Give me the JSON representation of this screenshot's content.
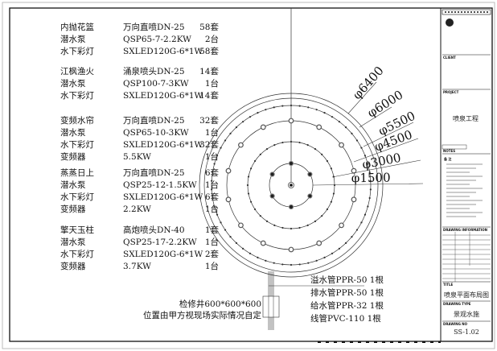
{
  "equipment_groups": [
    {
      "rows": [
        [
          "内抛花篮",
          "万向直喷DN-25",
          "58套"
        ],
        [
          "潜水泵",
          "QSP65-7-2.2KW",
          "2台"
        ],
        [
          "水下彩灯",
          "SXLED120G-6*1W",
          "58套"
        ]
      ]
    },
    {
      "rows": [
        [
          "江枫渔火",
          "涌泉喷头DN-25",
          "14套"
        ],
        [
          "潜水泵",
          "QSP100-7-3KW",
          "1台"
        ],
        [
          "水下彩灯",
          "SXLED120G-6*1W",
          "14套"
        ]
      ]
    },
    {
      "rows": [
        [
          "变频水帘",
          "万向直喷DN-25",
          "32套"
        ],
        [
          "潜水泵",
          "QSP65-10-3KW",
          "1台"
        ],
        [
          "水下彩灯",
          "SXLED120G-6*1W",
          "32套"
        ],
        [
          "变频器",
          "5.5KW",
          "1台"
        ]
      ]
    },
    {
      "rows": [
        [
          "蒸蒸日上",
          "万向直喷DN-25",
          "6套"
        ],
        [
          "潜水泵",
          "QSP25-12-1.5KW",
          "1台"
        ],
        [
          "水下彩灯",
          "SXLED120G-6*1W",
          "6套"
        ],
        [
          "变频器",
          "2.2KW",
          "1台"
        ]
      ]
    },
    {
      "rows": [
        [
          "擎天玉柱",
          "高炮喷头DN-40",
          "1套"
        ],
        [
          "潜水泵",
          "QSP25-17-2.2KW",
          "1台"
        ],
        [
          "水下彩灯",
          "SXLED120G-6*1W",
          "2套"
        ],
        [
          "变频器",
          "3.7KW",
          "1台"
        ]
      ]
    }
  ],
  "diameters": [
    "φ6400",
    "φ6000",
    "φ5500",
    "φ4500",
    "φ3000",
    "φ1500"
  ],
  "nozzle_counts": {
    "ring_5500": 58,
    "ring_4500": 14,
    "ring_3000": 32,
    "ring_1500": 6,
    "center": 1
  },
  "pipes": [
    "溢水管PPR-50 1根",
    "排水管PPR-50 1根",
    "给水管PPR-32 1根",
    "线管PVC-110  1根"
  ],
  "inspection_well": [
    "检修井600*600*600",
    "位置由甲方视现场实际情况自定"
  ],
  "title_block": {
    "client_label": "CLIENT",
    "project_label": "PROJECT",
    "project_name": "喷泉工程",
    "notes_label": "NOTES",
    "notes_heading": "备 注",
    "drawing_info_label": "DRAWING INFORMATION",
    "title_label": "TITLE",
    "drawing_title": "喷泉平面布局图",
    "drawing_type_label": "DRAWING TYPE",
    "drawing_type": "景观水施",
    "drawing_no_label": "DRAWING NO",
    "drawing_no": "SS-1.02"
  }
}
